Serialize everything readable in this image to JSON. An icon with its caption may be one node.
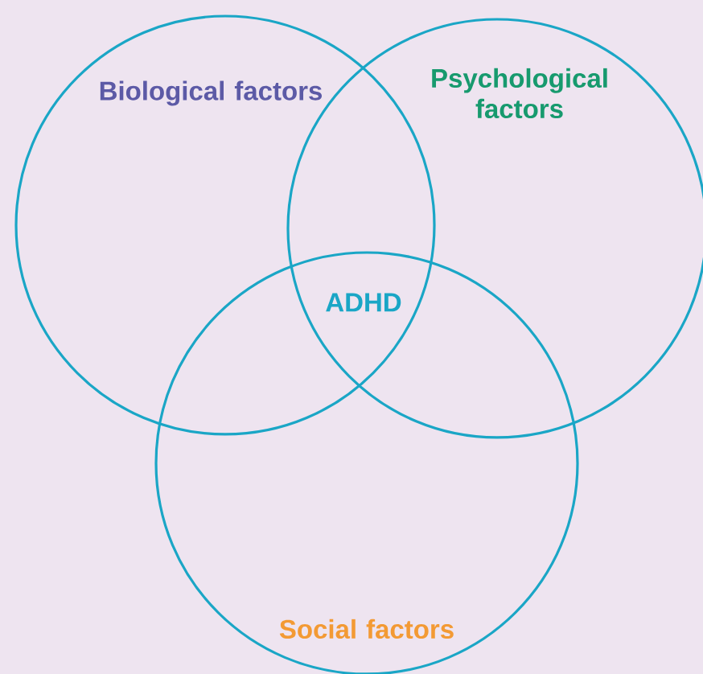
{
  "diagram": {
    "nodes": [
      {
        "text": [
          "Biological factors"
        ]
      },
      {
        "text": [
          "Psychological factors"
        ]
      },
      {
        "text": [
          "Social factors"
        ]
      }
    ],
    "labels": [
      "ADHD"
    ]
  }
}
